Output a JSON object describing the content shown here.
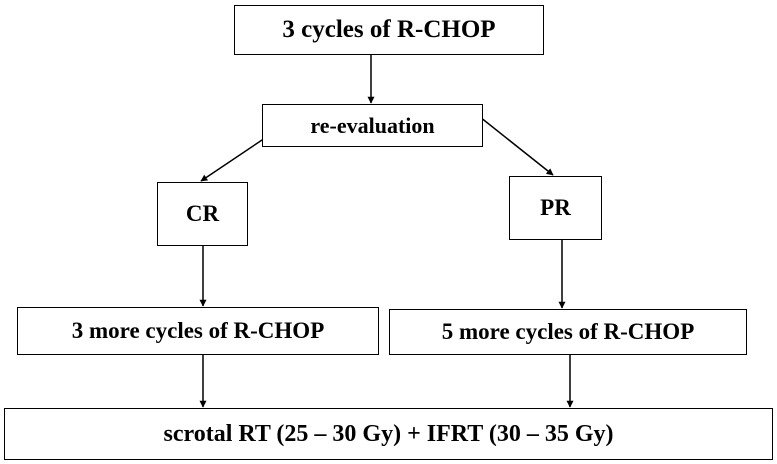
{
  "diagram": {
    "nodes": [
      {
        "id": "start",
        "label": "3 cycles of R-CHOP"
      },
      {
        "id": "reeval",
        "label": "re-evaluation"
      },
      {
        "id": "cr",
        "label": "CR"
      },
      {
        "id": "pr",
        "label": "PR"
      },
      {
        "id": "cr_more",
        "label": "3 more cycles of R-CHOP"
      },
      {
        "id": "pr_more",
        "label": "5 more cycles of R-CHOP"
      },
      {
        "id": "final",
        "label": "scrotal RT (25 – 30 Gy) + IFRT (30 – 35 Gy)"
      }
    ],
    "edges": [
      {
        "from": "start",
        "to": "reeval"
      },
      {
        "from": "reeval",
        "to": "cr"
      },
      {
        "from": "reeval",
        "to": "pr"
      },
      {
        "from": "cr",
        "to": "cr_more"
      },
      {
        "from": "pr",
        "to": "pr_more"
      },
      {
        "from": "cr_more",
        "to": "final"
      },
      {
        "from": "pr_more",
        "to": "final"
      }
    ],
    "colors": {
      "line": "#000000",
      "box_border": "#000000",
      "text": "#000000",
      "background": "#ffffff"
    }
  }
}
